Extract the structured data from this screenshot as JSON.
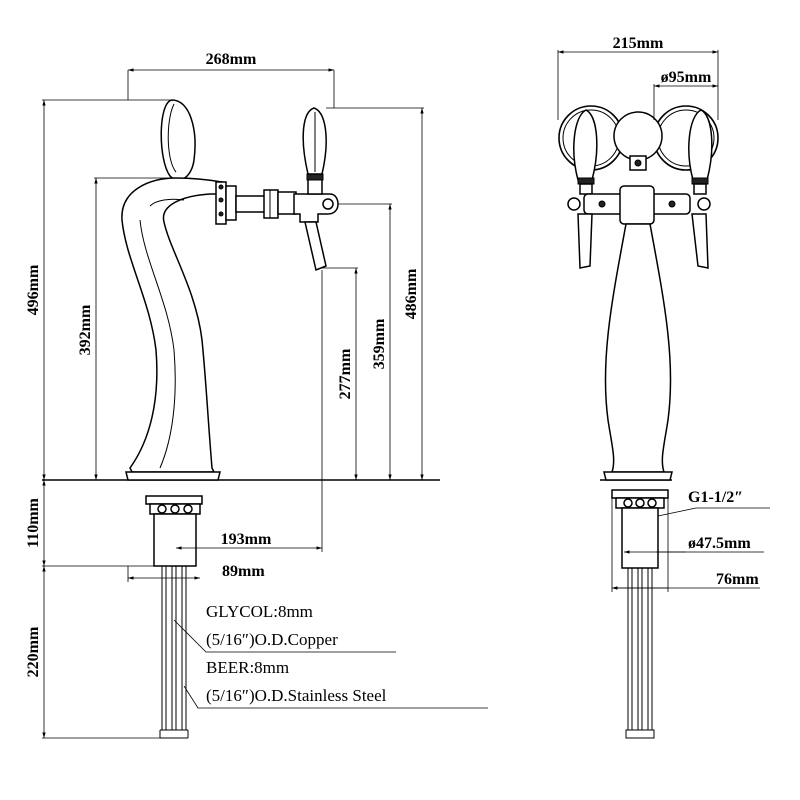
{
  "side_view": {
    "width_top": "268mm",
    "height_total": "496mm",
    "height_shank_top": "392mm",
    "height_tap_top": "486mm",
    "height_tap_mid": "359mm",
    "height_spout": "277mm",
    "base_height": "110mm",
    "reach": "193mm",
    "base_diameter": "89mm",
    "tube_length": "220mm"
  },
  "front_view": {
    "width_total": "215mm",
    "head_diameter": "ø95mm",
    "thread": "G1-1/2″",
    "shank_diameter": "ø47.5mm",
    "base_width": "76mm"
  },
  "notes": {
    "glycol_line1": "GLYCOL:8mm",
    "glycol_line2": "(5/16″)O.D.Copper",
    "beer_line1": "BEER:8mm",
    "beer_line2": "(5/16″)O.D.Stainless Steel"
  }
}
